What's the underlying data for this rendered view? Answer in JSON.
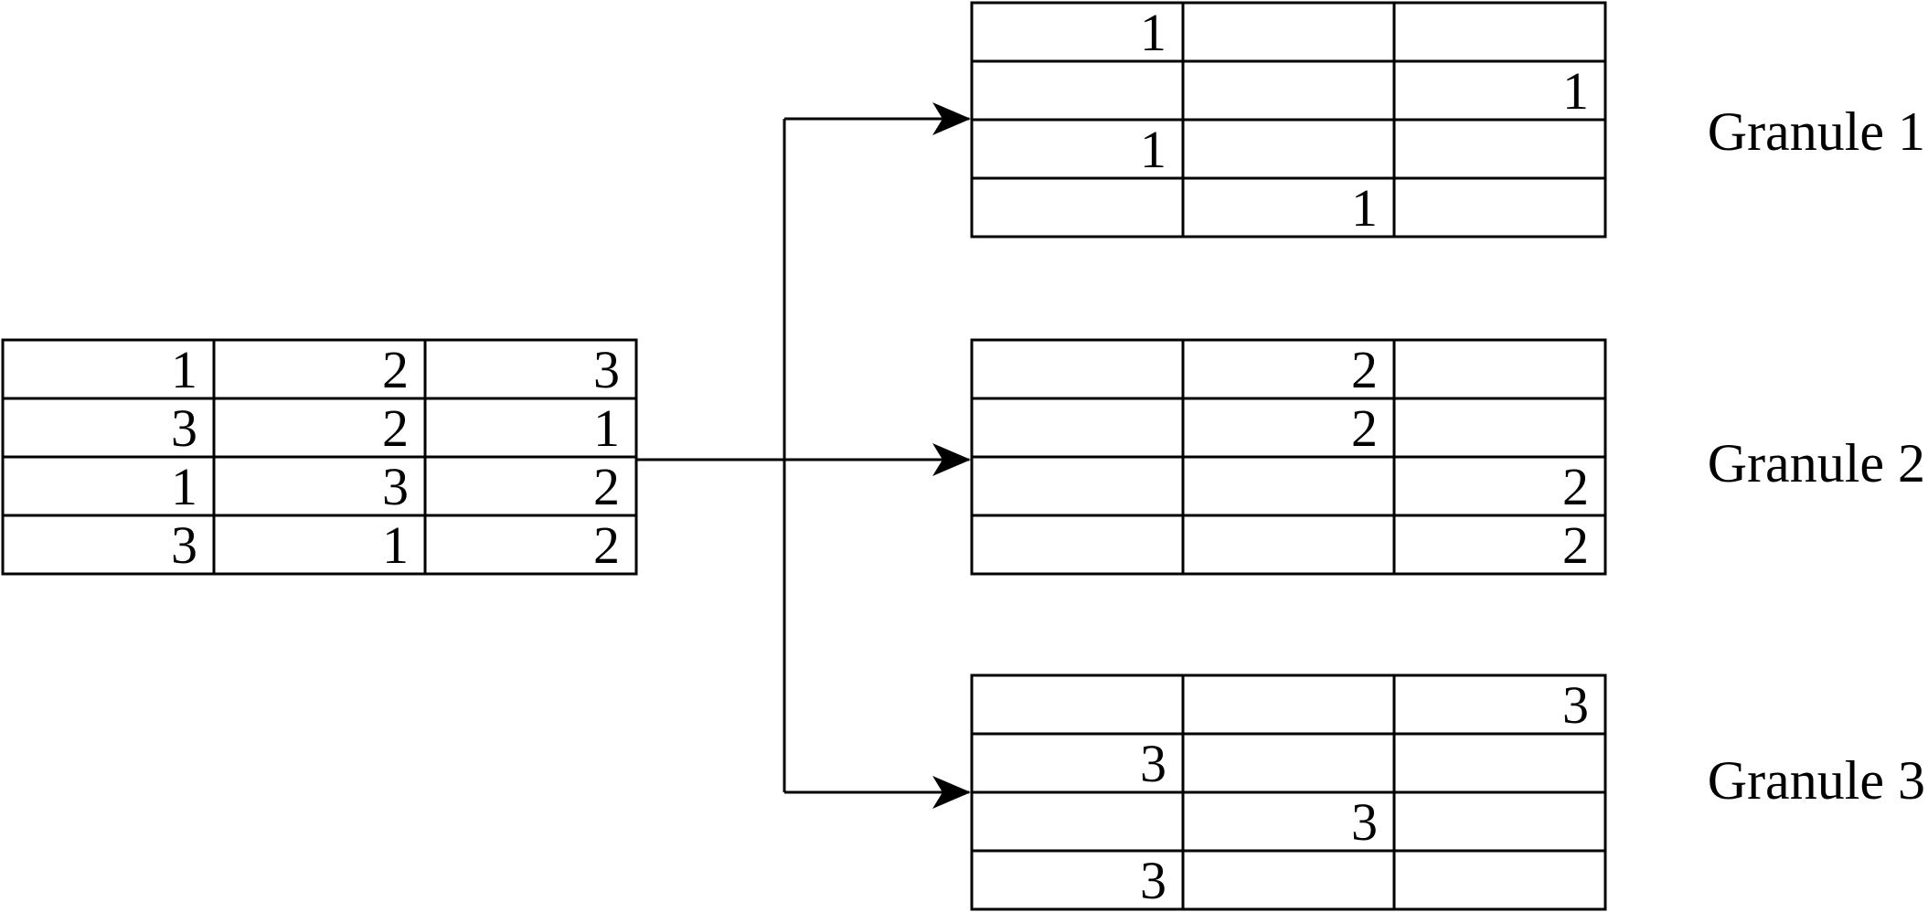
{
  "source_table": {
    "rows": [
      [
        "1",
        "2",
        "3"
      ],
      [
        "3",
        "2",
        "1"
      ],
      [
        "1",
        "3",
        "2"
      ],
      [
        "3",
        "1",
        "2"
      ]
    ]
  },
  "granules": [
    {
      "label": "Granule 1",
      "rows": [
        [
          "1",
          "",
          ""
        ],
        [
          "",
          "",
          "1"
        ],
        [
          "1",
          "",
          ""
        ],
        [
          "",
          "1",
          ""
        ]
      ]
    },
    {
      "label": "Granule 2",
      "rows": [
        [
          "",
          "2",
          ""
        ],
        [
          "",
          "2",
          ""
        ],
        [
          "",
          "",
          "2"
        ],
        [
          "",
          "",
          "2"
        ]
      ]
    },
    {
      "label": "Granule 3",
      "rows": [
        [
          "",
          "",
          "3"
        ],
        [
          "3",
          "",
          ""
        ],
        [
          "",
          "3",
          ""
        ],
        [
          "3",
          "",
          ""
        ]
      ]
    }
  ],
  "colors": {
    "line": "#000000",
    "background": "#ffffff"
  }
}
